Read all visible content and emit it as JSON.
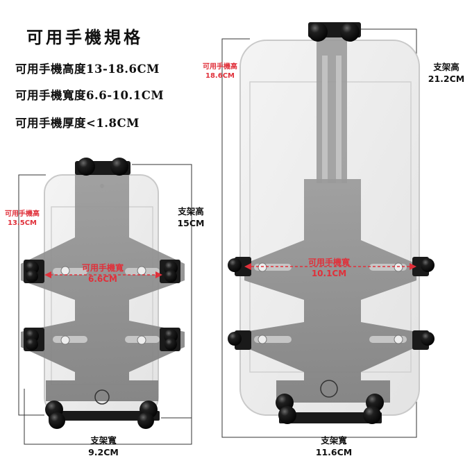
{
  "heading": "可用手機規格",
  "specs": [
    "可用手機高度13-18.6CM",
    "可用手機寬度6.6-10.1CM",
    "可用手機厚度<1.8CM"
  ],
  "small_holder": {
    "phone_height_label": "可用手機高",
    "phone_height_value": "13.5CM",
    "phone_width_label": "可用手機寬",
    "phone_width_value": "6.6CM",
    "holder_height_label": "支架高",
    "holder_height_value": "15CM",
    "holder_width_label": "支架寬",
    "holder_width_value": "9.2CM"
  },
  "large_holder": {
    "phone_height_label": "可用手機高",
    "phone_height_value": "18.6CM",
    "phone_width_label": "可用手機寬",
    "phone_width_value": "10.1CM",
    "holder_height_label": "支架高",
    "holder_height_value": "21.2CM",
    "holder_width_label": "支架寬",
    "holder_width_value": "11.6CM"
  },
  "colors": {
    "accent_red": "#e0303a",
    "holder_gray": "#8e8e8e",
    "ball_black": "#161616"
  }
}
